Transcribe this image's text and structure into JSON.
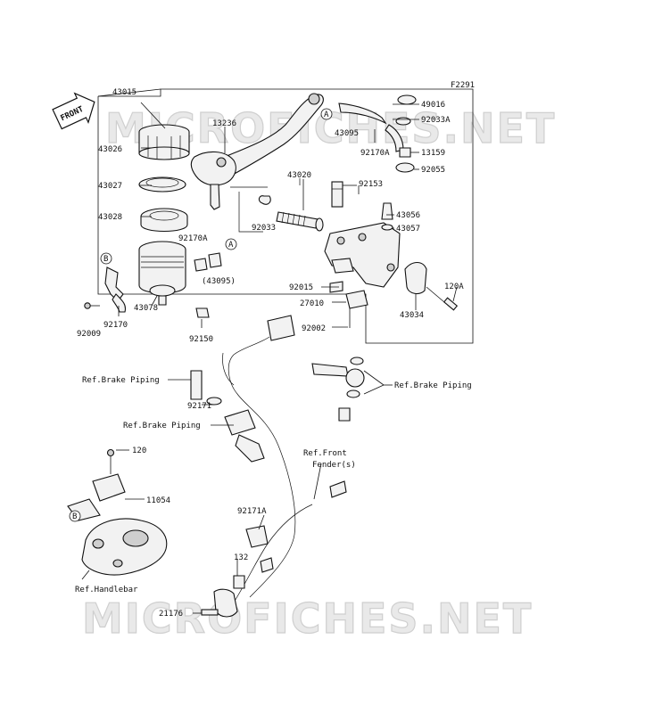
{
  "diagram_code": "F2291",
  "front_arrow_text": "FRONT",
  "watermark": "MICROFICHES.NET",
  "callouts": {
    "a": "A",
    "b": "B"
  },
  "labels": {
    "p43015": "43015",
    "p43026": "43026",
    "p13236": "13236",
    "p43095_top": "43095",
    "p49016": "49016",
    "p92033a": "92033A",
    "p92170a_top": "92170A",
    "p13159": "13159",
    "p92055": "92055",
    "p43027": "43027",
    "p43020": "43020",
    "p92153": "92153",
    "p43028": "43028",
    "p92033": "92033",
    "p43056": "43056",
    "p43057": "43057",
    "p92170a_mid": "92170A",
    "p43095_mid": "(43095)",
    "p92015": "92015",
    "p120a": "120A",
    "p27010": "27010",
    "p43034": "43034",
    "p43078": "43078",
    "p92009": "92009",
    "p92170": "92170",
    "p92150": "92150",
    "p92002": "92002",
    "p92171": "92171",
    "p120": "120",
    "p11054": "11054",
    "p92171a": "92171A",
    "p132": "132",
    "p21176": "21176"
  },
  "refs": {
    "brake_piping_1": "Ref.Brake Piping",
    "brake_piping_2": "Ref.Brake Piping",
    "brake_piping_3": "Ref.Brake Piping",
    "front_fender_1": "Ref.Front",
    "front_fender_2": "Fender(s)",
    "handlebar": "Ref.Handlebar"
  }
}
